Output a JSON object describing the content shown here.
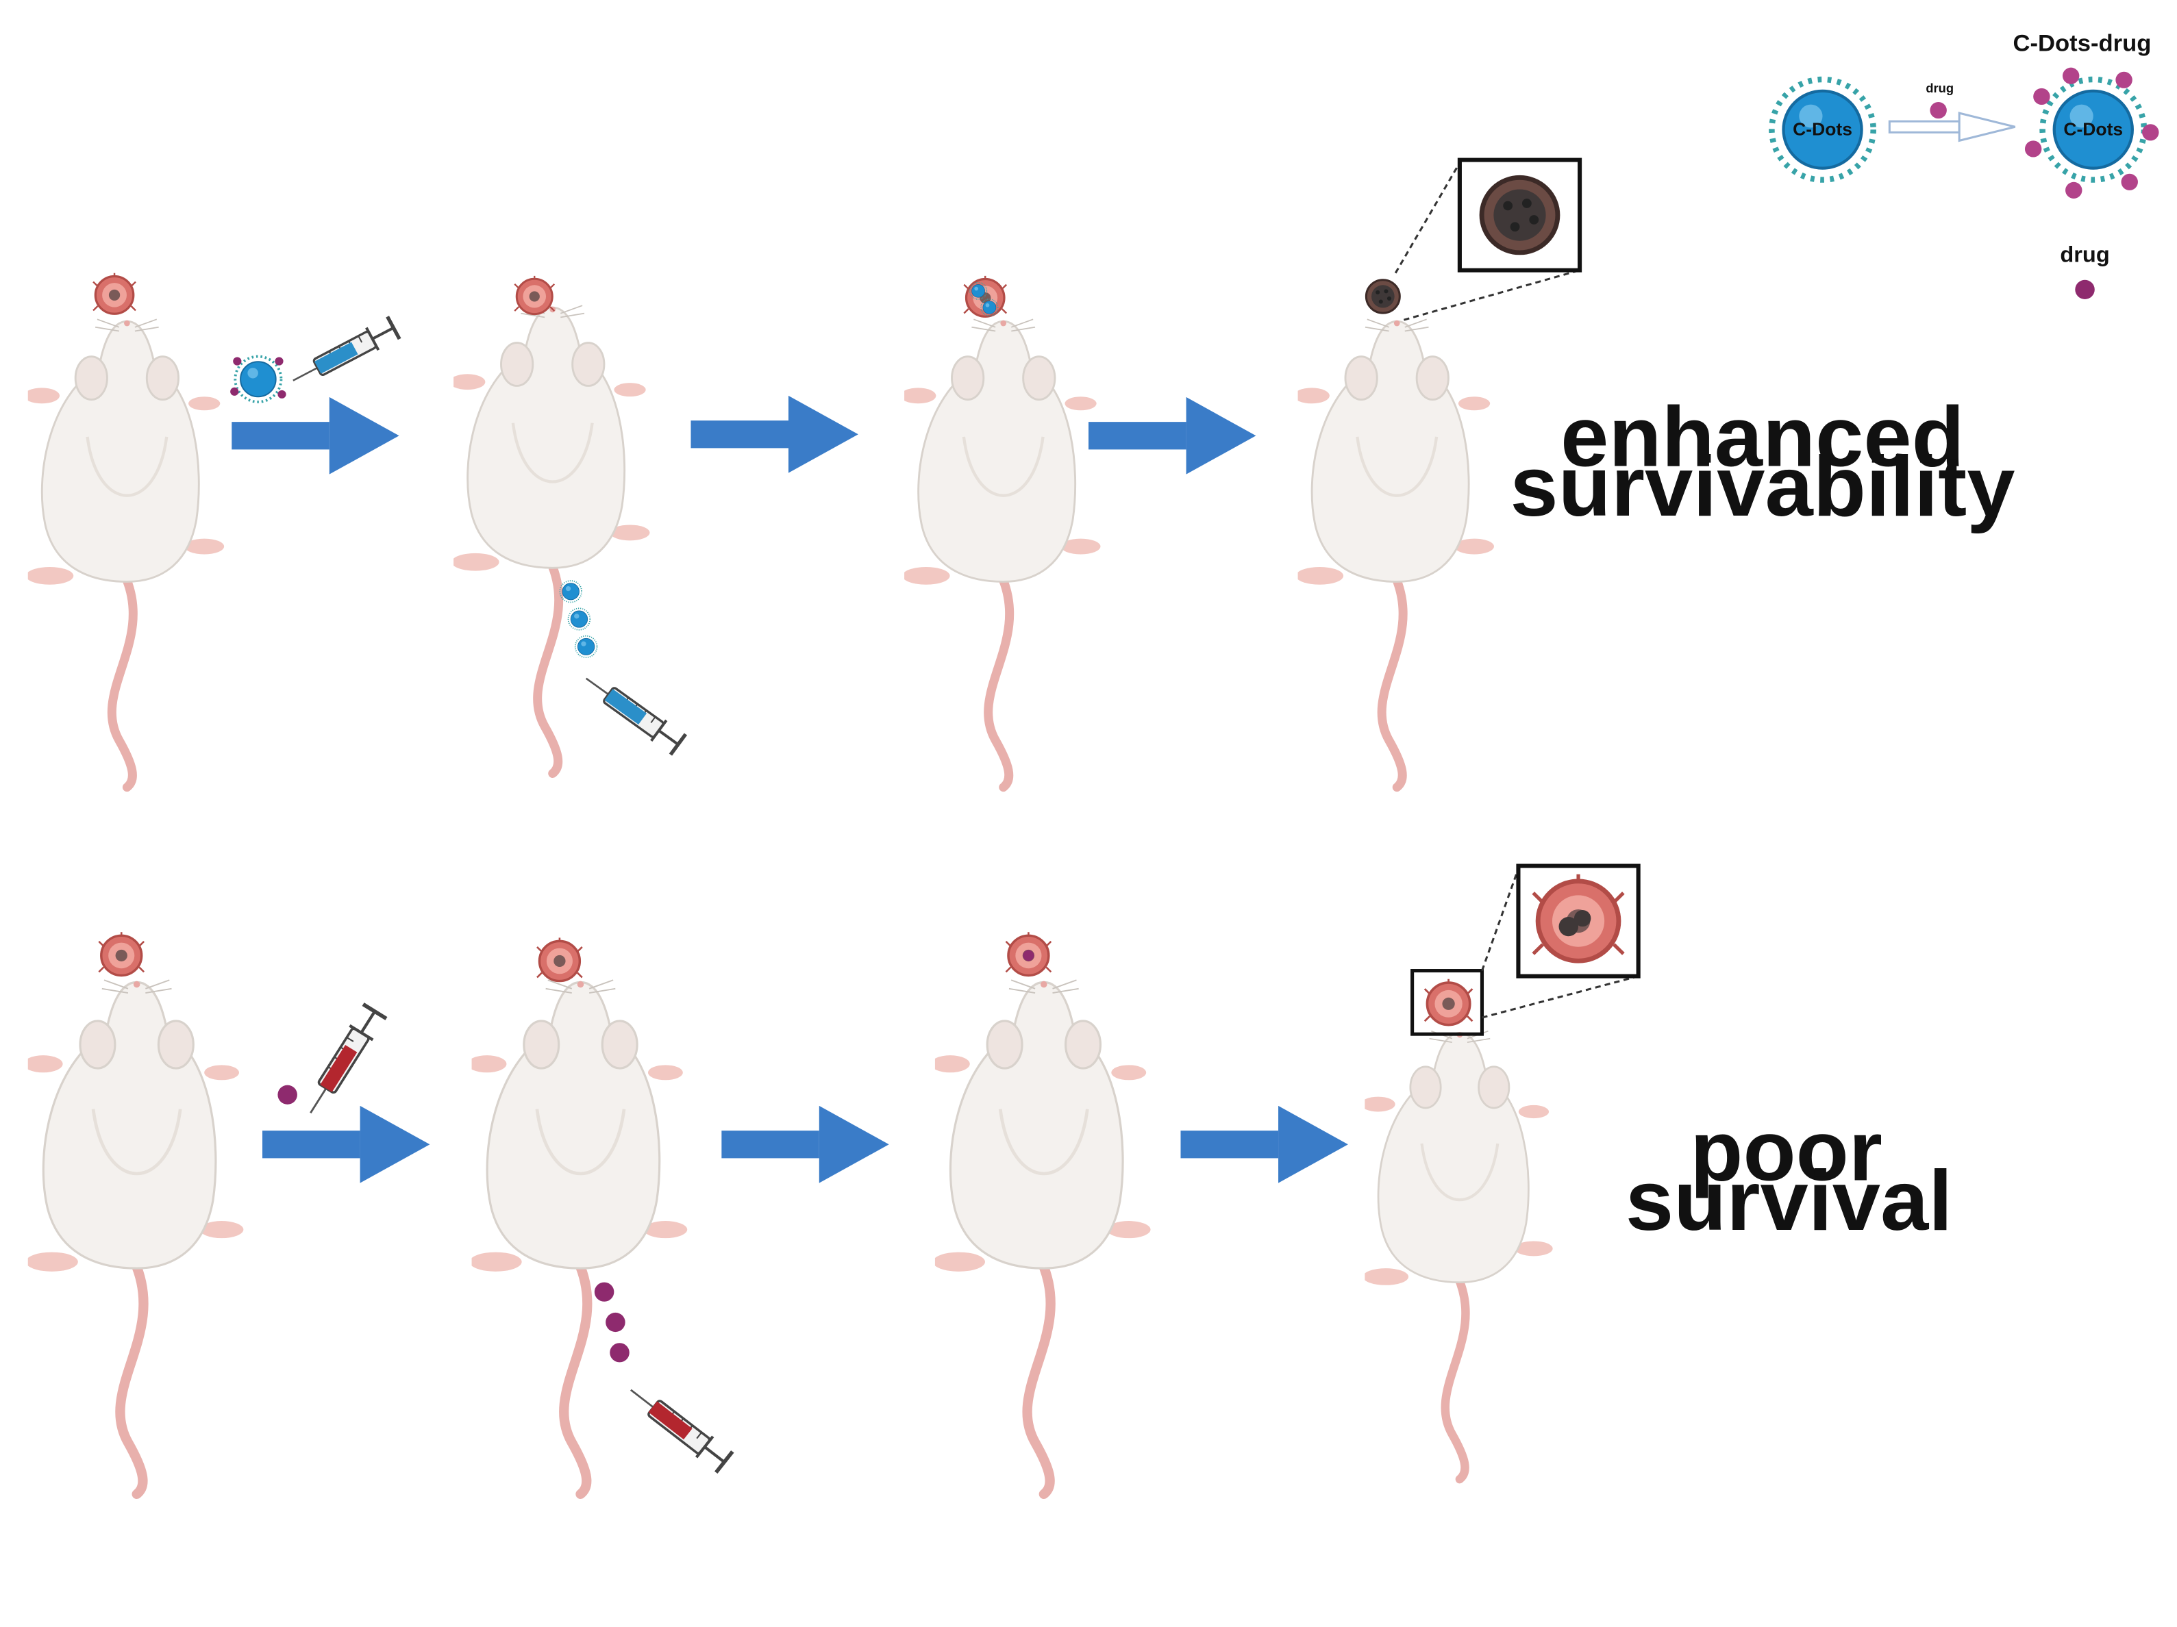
{
  "legend": {
    "conjugate_title": "C-Dots-drug",
    "cdot_label": "C-Dots",
    "arrow_label": "drug",
    "drug_title": "drug"
  },
  "outcomes": {
    "top": [
      "enhanced",
      "survivability"
    ],
    "bottom": [
      "poor",
      "survival"
    ]
  },
  "colors": {
    "arrow": "#3a7cc8",
    "cdot": "#1f8fd1",
    "drug": "#8e2a6e",
    "tumor": "#d9706a",
    "tumor_treated": "#4a3e3e",
    "mouse_body": "#f4f1ee",
    "tail": "#e8b0ac",
    "syringe_cdot_fill": "#2b8fc9",
    "syringe_drug_fill": "#b3262e"
  },
  "icons": [
    "mouse-icon",
    "syringe-icon",
    "tumor-icon",
    "c-dot-icon",
    "drug-particle-icon",
    "arrow-right-icon"
  ]
}
